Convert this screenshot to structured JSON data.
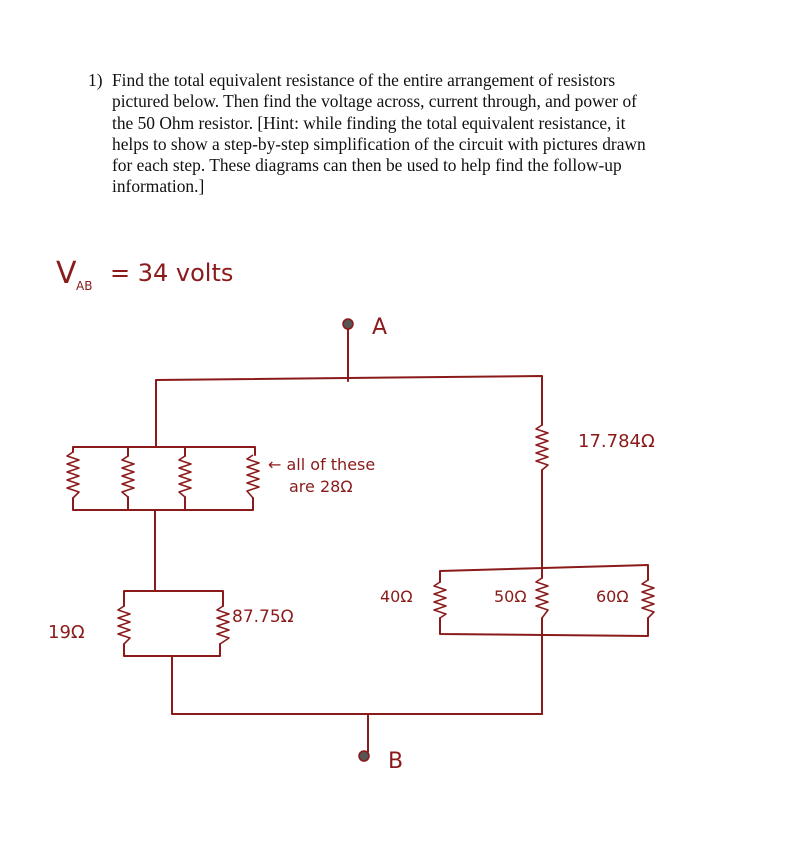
{
  "problem": {
    "number": "1)",
    "lines": [
      "Find the total equivalent resistance of the entire arrangement of resistors",
      "pictured below. Then find the voltage across, current through, and power of",
      "the 50 Ohm resistor. [Hint: while finding the total equivalent resistance, it",
      "helps to show a step-by-step simplification of the circuit with pictures drawn",
      "for each step. These diagrams can then be used to help find the follow-up",
      "information.]"
    ]
  },
  "circuit": {
    "vab_symbol": "V",
    "vab_subscript": "AB",
    "vab_value": "= 34 volts",
    "node_a": "A",
    "node_b": "B",
    "parallel_note_line1": "← all of these",
    "parallel_note_line2": "are 28Ω",
    "r_19": "19Ω",
    "r_87": "87.75Ω",
    "r_17": "17.784Ω",
    "r_40": "40Ω",
    "r_50": "50Ω",
    "r_60": "60Ω"
  },
  "colors": {
    "ink": "#8b1a1a",
    "terminal": "#555555",
    "text": "#111111"
  }
}
